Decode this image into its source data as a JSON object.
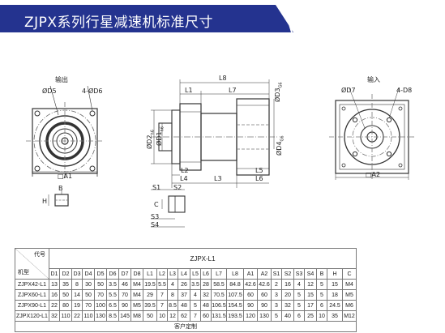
{
  "header": {
    "title": "ZJPX系列行星减速机标准尺寸",
    "accent": "#24338f"
  },
  "drawing": {
    "output_label": "输出",
    "input_label": "输入",
    "dims": {
      "d5": "ØD5",
      "d6": "4-ØD6",
      "a1": "□A1",
      "l8": "L8",
      "l1": "L1",
      "l7": "L7",
      "d3": "ØD3",
      "d3_fit": "G6",
      "d2": "ØD2",
      "d2_fit": "h6",
      "d1": "ØD1",
      "d1_fit": "h6",
      "d4": "ØD4",
      "d4_fit": "G6",
      "l2": "L2",
      "l4": "L4",
      "l3": "L3",
      "l5": "L5",
      "l6": "L6",
      "d7": "ØD7",
      "d8": "4-D8",
      "a2": "□A2",
      "b": "B",
      "h": "H",
      "c": "C",
      "s1": "S1",
      "s2": "S2",
      "s3": "S3",
      "s4": "S4"
    }
  },
  "spec_table": {
    "corner_code": "代号",
    "corner_model": "机型",
    "group_title": "ZJPX-L1",
    "columns": [
      "D1",
      "D2",
      "D3",
      "D4",
      "D5",
      "D6",
      "D7",
      "D8",
      "L1",
      "L2",
      "L3",
      "L4",
      "L5",
      "L6",
      "L7",
      "L8",
      "A1",
      "A2",
      "S1",
      "S2",
      "S3",
      "S4",
      "B",
      "H",
      "C"
    ],
    "rows": [
      {
        "model": "ZJPX42-L1",
        "values": [
          "13",
          "35",
          "8",
          "30",
          "50",
          "3.5",
          "46",
          "M4",
          "19.5",
          "5.5",
          "4",
          "26",
          "3.5",
          "28",
          "58.5",
          "84.8",
          "42.6",
          "42.6",
          "2",
          "16",
          "4",
          "12",
          "5",
          "15",
          "M4"
        ]
      },
      {
        "model": "ZJPX60-L1",
        "values": [
          "16",
          "50",
          "14",
          "50",
          "70",
          "5.5",
          "70",
          "M4",
          "29",
          "7",
          "8",
          "37",
          "4",
          "32",
          "70.5",
          "107.5",
          "60",
          "60",
          "3",
          "20",
          "5",
          "15",
          "5",
          "18",
          "M5"
        ]
      },
      {
        "model": "ZJPX90-L1",
        "values": [
          "22",
          "80",
          "19",
          "70",
          "100",
          "6.5",
          "90",
          "M5",
          "39.5",
          "7",
          "8.5",
          "48",
          "5",
          "48",
          "106.5",
          "154.5",
          "90",
          "90",
          "3",
          "32",
          "5",
          "17",
          "6",
          "24.5",
          "M6"
        ]
      },
      {
        "model": "ZJPX120-L1",
        "values": [
          "32",
          "110",
          "22",
          "110",
          "130",
          "8.5",
          "145",
          "M8",
          "50",
          "10",
          "12",
          "62",
          "7",
          "60",
          "131.5",
          "193.5",
          "120",
          "130",
          "5",
          "40",
          "6",
          "25",
          "10",
          "35",
          "M12"
        ]
      }
    ],
    "footer": "客户定制"
  }
}
